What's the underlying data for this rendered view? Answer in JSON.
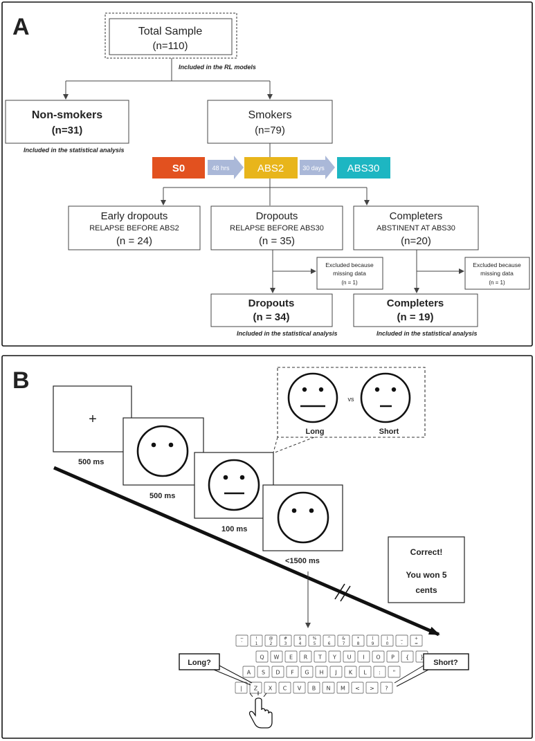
{
  "panel_a": {
    "label": "A",
    "total": {
      "line1": "Total Sample",
      "line2": "(n=110)",
      "note": "Included in the RL models"
    },
    "nonsmokers": {
      "line1": "Non-smokers",
      "line2": "(n=31)",
      "note": "Included in the statistical analysis"
    },
    "smokers": {
      "line1": "Smokers",
      "line2": "(n=79)"
    },
    "timeline": {
      "s0": "S0",
      "gap1": "48 hrs",
      "abs2": "ABS2",
      "gap2": "30 days",
      "abs30": "ABS30",
      "colors": {
        "s0": "#e2511f",
        "abs2": "#e8b51b",
        "abs30": "#1db6c2",
        "arrow": "#aab8d8"
      }
    },
    "early": {
      "line1": "Early dropouts",
      "line2": "RELAPSE BEFORE ABS2",
      "line3": "(n = 24)"
    },
    "dropouts": {
      "line1": "Dropouts",
      "line2": "RELAPSE BEFORE ABS30",
      "line3": "(n = 35)"
    },
    "completers": {
      "line1": "Completers",
      "line2": "ABSTINENT AT ABS30",
      "line3": "(n=20)"
    },
    "excluded_left": {
      "line1": "Excluded because",
      "line2": "missing data",
      "line3": "(n = 1)"
    },
    "excluded_right": {
      "line1": "Excluded because",
      "line2": "missing data",
      "line3": "(n = 1)"
    },
    "dropouts_final": {
      "line1": "Dropouts",
      "line2": "(n = 34)",
      "note": "Included in the statistical analysis"
    },
    "completers_final": {
      "line1": "Completers",
      "line2": "(n = 19)",
      "note": "Included in the statistical analysis"
    }
  },
  "panel_b": {
    "label": "B",
    "fixation": "+",
    "frames": [
      "500 ms",
      "500 ms",
      "100 ms",
      "<1500 ms"
    ],
    "inset": {
      "long": "Long",
      "vs": "vs",
      "short": "Short"
    },
    "feedback": {
      "line1": "Correct!",
      "line2": "You won 5",
      "line3": "cents"
    },
    "long_q": "Long?",
    "short_q": "Short?",
    "keyboard": {
      "row1": [
        [
          "~",
          "`"
        ],
        [
          "!",
          "1"
        ],
        [
          "@",
          "2"
        ],
        [
          "#",
          "3"
        ],
        [
          "$",
          "4"
        ],
        [
          "%",
          "5"
        ],
        [
          "^",
          "6"
        ],
        [
          "&",
          "7"
        ],
        [
          "*",
          "8"
        ],
        [
          "(",
          "9"
        ],
        [
          ")",
          "0"
        ],
        [
          "_",
          "-"
        ],
        [
          "+",
          "="
        ]
      ],
      "row2": [
        "Q",
        "W",
        "E",
        "R",
        "T",
        "Y",
        "U",
        "I",
        "O",
        "P",
        "{",
        "}"
      ],
      "row3": [
        "A",
        "S",
        "D",
        "F",
        "G",
        "H",
        "J",
        "K",
        "L",
        ":",
        "\""
      ],
      "row4": [
        "|",
        "Z",
        "X",
        "C",
        "V",
        "B",
        "N",
        "M",
        "<",
        ">",
        "?"
      ]
    }
  }
}
